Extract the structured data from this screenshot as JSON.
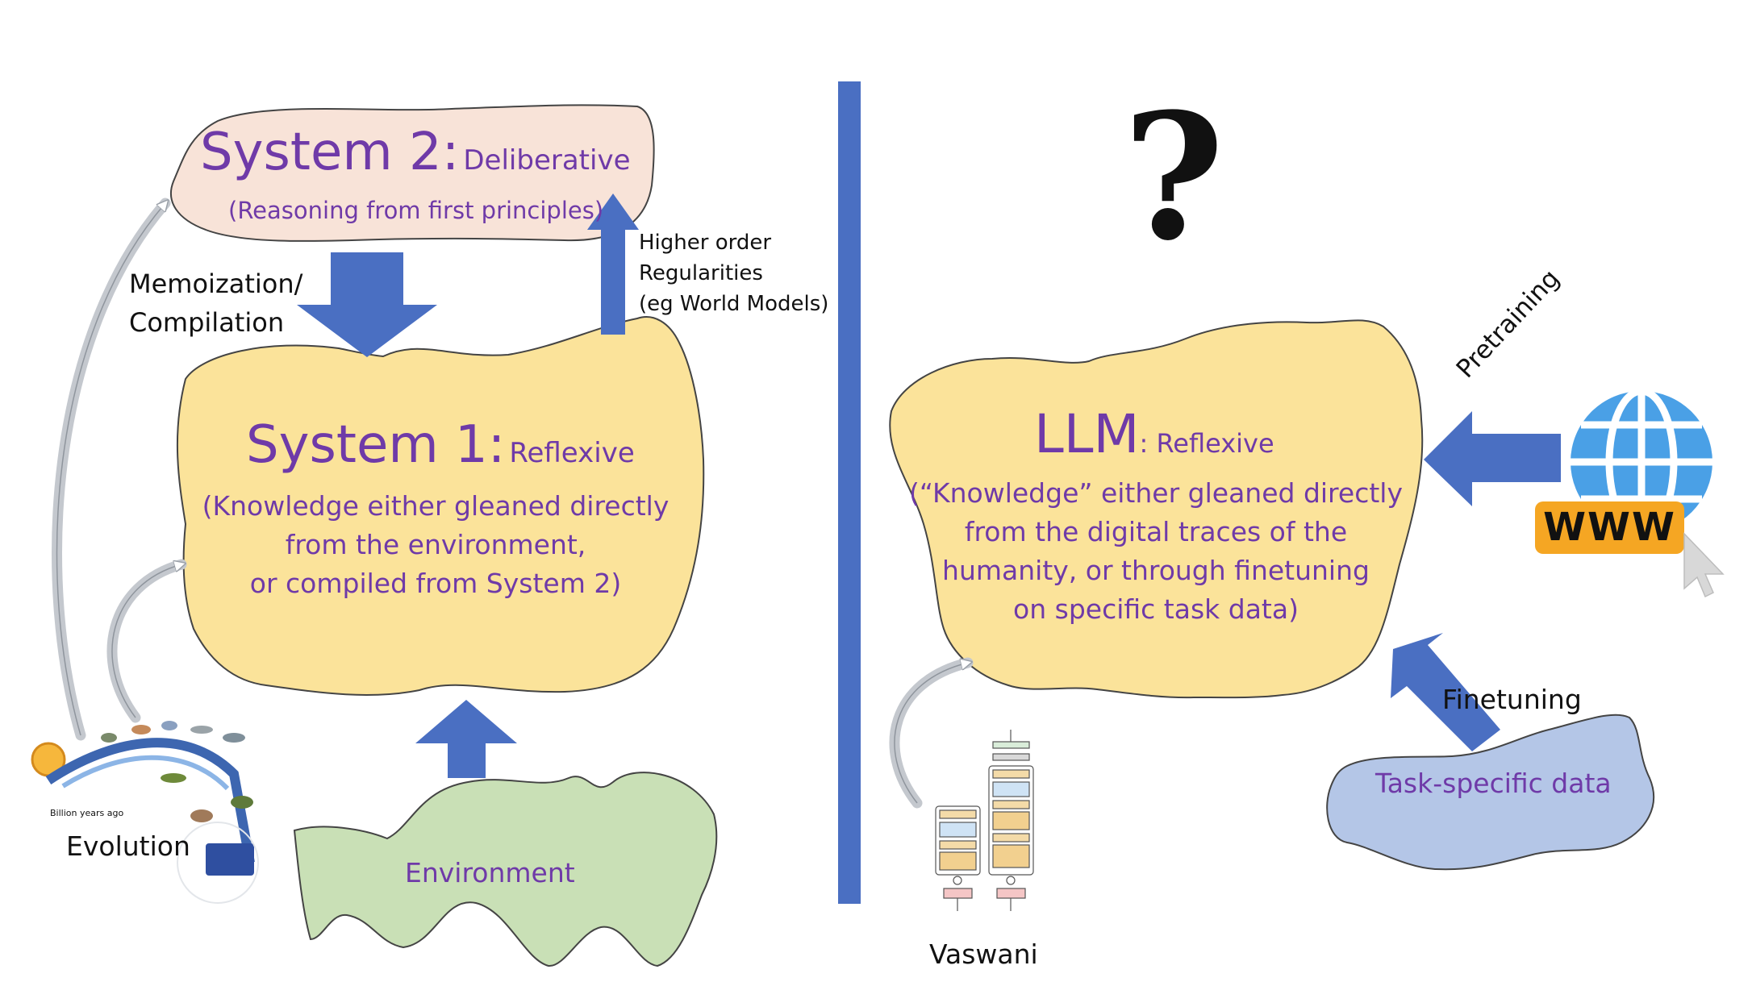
{
  "colors": {
    "purple_text": "#6f3aa8",
    "system2_fill": "#f8e3d8",
    "system1_fill": "#fbe39a",
    "environment_fill": "#c9e0b6",
    "task_data_fill": "#b4c6e7",
    "arrow_blue": "#4a6fc2",
    "divider_blue": "#4a6fc2",
    "curve_gray": "#b9bdc4"
  },
  "left": {
    "system2": {
      "title": "System 2:",
      "subtitle": "Deliberative",
      "desc": "(Reasoning from first principles)"
    },
    "memoization_label": [
      "Memoization/",
      "Compilation"
    ],
    "higher_order_label": [
      "Higher order",
      "Regularities",
      "(eg World Models)"
    ],
    "system1": {
      "title": "System 1:",
      "subtitle": "Reflexive",
      "desc": [
        "(Knowledge either gleaned directly",
        "from the environment,",
        "or compiled from System 2)"
      ]
    },
    "environment_label": "Environment",
    "evolution_label": "Evolution",
    "evolution_image_caption": "Billion years ago"
  },
  "right": {
    "question_mark": "?",
    "llm": {
      "title": "LLM",
      "subtitle": ": Reflexive",
      "desc": [
        "(“Knowledge” either gleaned directly",
        "from the digital traces of the",
        "humanity, or through finetuning",
        "on specific task data)"
      ]
    },
    "pretraining_label": "Pretraining",
    "www_badge": "WWW",
    "finetuning_label": "Finetuning",
    "task_data_label": "Task-specific data",
    "vaswani_label": "Vaswani",
    "icons": [
      "globe-icon",
      "cursor-icon",
      "transformer-diagram-icon"
    ]
  }
}
